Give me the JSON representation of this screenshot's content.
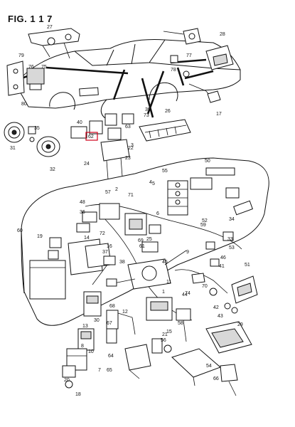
{
  "figure": {
    "title": "FIG. 1 1 7"
  },
  "highlight_color": "#d0021b",
  "callouts": [
    {
      "id": "c27",
      "label": "27"
    },
    {
      "id": "c79",
      "label": "79"
    },
    {
      "id": "c76",
      "label": "76"
    },
    {
      "id": "c75",
      "label": "75"
    },
    {
      "id": "c80",
      "label": "80"
    },
    {
      "id": "c31",
      "label": "31"
    },
    {
      "id": "c35",
      "label": "35"
    },
    {
      "id": "c32",
      "label": "32"
    },
    {
      "id": "c40",
      "label": "40"
    },
    {
      "id": "c62",
      "label": "62"
    },
    {
      "id": "c63",
      "label": "63"
    },
    {
      "id": "c73",
      "label": "73"
    },
    {
      "id": "c28",
      "label": "28"
    },
    {
      "id": "c22",
      "label": "22"
    },
    {
      "id": "c24",
      "label": "24"
    },
    {
      "id": "c26",
      "label": "26"
    },
    {
      "id": "c39",
      "label": "39"
    },
    {
      "id": "c77",
      "label": "77"
    },
    {
      "id": "c78",
      "label": "78"
    },
    {
      "id": "c23",
      "label": "23"
    },
    {
      "id": "c17",
      "label": "17"
    },
    {
      "id": "c2",
      "label": "2"
    },
    {
      "id": "c3",
      "label": "3"
    },
    {
      "id": "c4",
      "label": "4"
    },
    {
      "id": "c5",
      "label": "5"
    },
    {
      "id": "c6",
      "label": "6"
    },
    {
      "id": "c7",
      "label": "7"
    },
    {
      "id": "c8",
      "label": "8"
    },
    {
      "id": "c9",
      "label": "9"
    },
    {
      "id": "c10",
      "label": "10"
    },
    {
      "id": "c11",
      "label": "11"
    },
    {
      "id": "c12",
      "label": "12"
    },
    {
      "id": "c13",
      "label": "13"
    },
    {
      "id": "c14",
      "label": "14"
    },
    {
      "id": "c15",
      "label": "15"
    },
    {
      "id": "c16",
      "label": "16"
    },
    {
      "id": "c18",
      "label": "18"
    },
    {
      "id": "c19",
      "label": "19"
    },
    {
      "id": "c20",
      "label": "20"
    },
    {
      "id": "c21",
      "label": "21"
    },
    {
      "id": "c25",
      "label": "25"
    },
    {
      "id": "c29",
      "label": "29"
    },
    {
      "id": "c30",
      "label": "30"
    },
    {
      "id": "c33",
      "label": "33"
    },
    {
      "id": "c34",
      "label": "34"
    },
    {
      "id": "c36",
      "label": "36"
    },
    {
      "id": "c37",
      "label": "37"
    },
    {
      "id": "c38",
      "label": "38"
    },
    {
      "id": "c41",
      "label": "41"
    },
    {
      "id": "c42",
      "label": "42"
    },
    {
      "id": "c43",
      "label": "43"
    },
    {
      "id": "c44",
      "label": "44"
    },
    {
      "id": "c45",
      "label": "45"
    },
    {
      "id": "c46",
      "label": "46"
    },
    {
      "id": "c48",
      "label": "48"
    },
    {
      "id": "c50",
      "label": "50"
    },
    {
      "id": "c51",
      "label": "51"
    },
    {
      "id": "c52",
      "label": "52"
    },
    {
      "id": "c53",
      "label": "53"
    },
    {
      "id": "c54",
      "label": "54"
    },
    {
      "id": "c55",
      "label": "55"
    },
    {
      "id": "c56",
      "label": "56"
    },
    {
      "id": "c57",
      "label": "57"
    },
    {
      "id": "c58",
      "label": "58"
    },
    {
      "id": "c59",
      "label": "59"
    },
    {
      "id": "c60",
      "label": "60"
    },
    {
      "id": "c61",
      "label": "61"
    },
    {
      "id": "c64",
      "label": "64"
    },
    {
      "id": "c65",
      "label": "65"
    },
    {
      "id": "c66",
      "label": "66"
    },
    {
      "id": "c67",
      "label": "67"
    },
    {
      "id": "c68",
      "label": "68"
    },
    {
      "id": "c69",
      "label": "69"
    },
    {
      "id": "c70",
      "label": "70"
    },
    {
      "id": "c71",
      "label": "71"
    },
    {
      "id": "c72",
      "label": "72"
    },
    {
      "id": "c74",
      "label": "74"
    },
    {
      "id": "c1",
      "label": "1"
    }
  ]
}
